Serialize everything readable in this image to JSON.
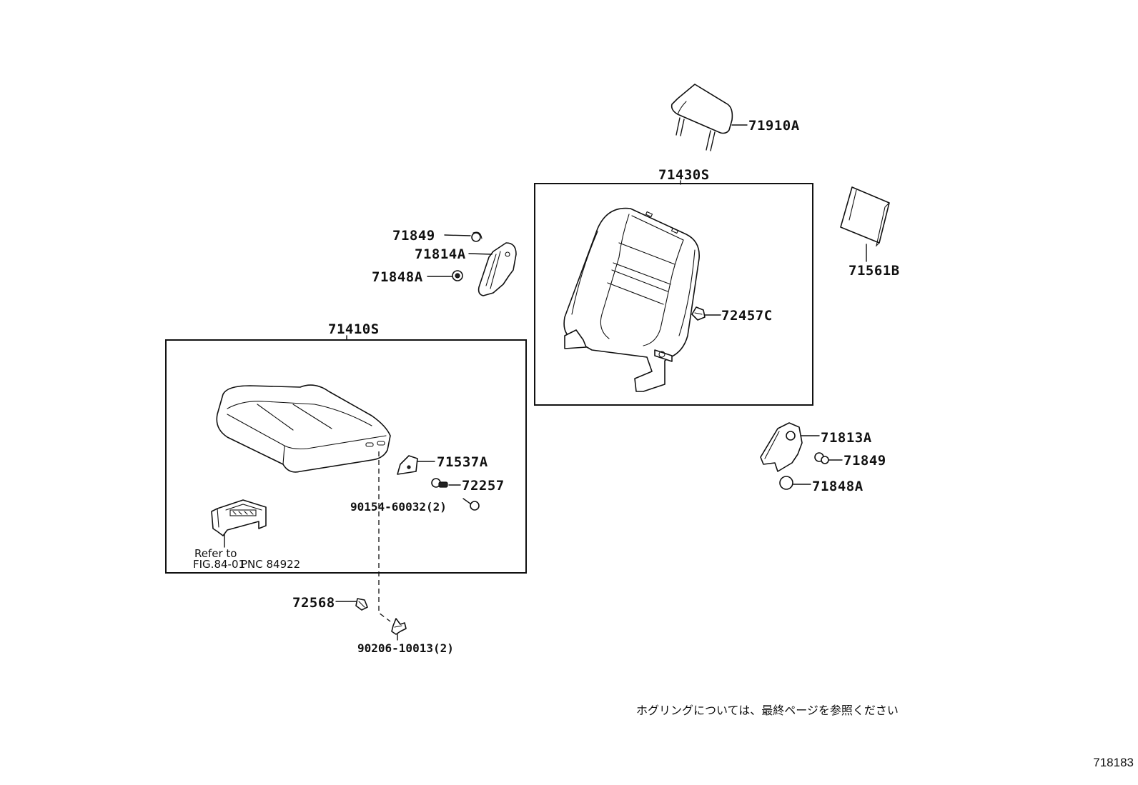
{
  "diagram": {
    "assemblies": {
      "seat_cushion": "71410S",
      "seat_back": "71430S"
    },
    "parts": {
      "headrest": "71910A",
      "back_board": "71561B",
      "pad_72457C": "72457C",
      "clip_71849_left": "71849",
      "cover_71814A": "71814A",
      "cap_71848A_left": "71848A",
      "cover_71813A": "71813A",
      "clip_71849_right": "71849",
      "cap_71848A_right": "71848A",
      "bracket_71537A": "71537A",
      "screw_72257": "72257",
      "bolt_90154": "90154-60032(2)",
      "clip_72568": "72568",
      "clip_90206": "90206-10013(2)"
    },
    "reference": {
      "line1": "Refer to",
      "line2": "FIG.84-01",
      "pnc": "PNC 84922"
    }
  },
  "footer": {
    "note": "ホグリングについては、最終ページを参照ください",
    "figure_code": "718183"
  }
}
